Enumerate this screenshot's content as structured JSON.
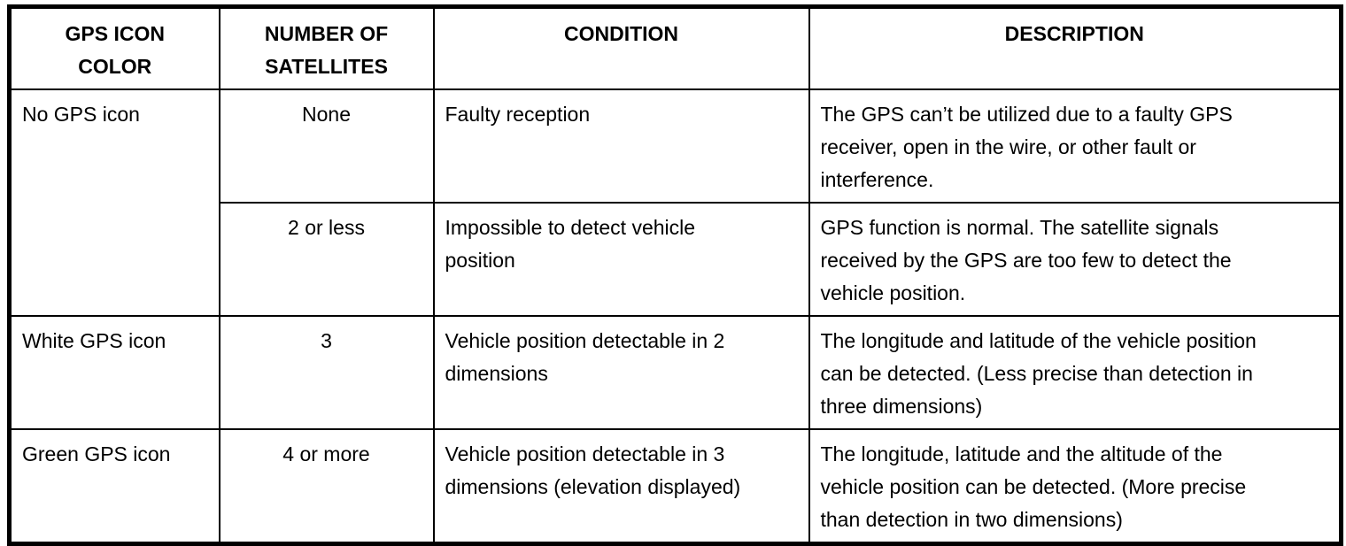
{
  "colors": {
    "ink": "#000000",
    "paper": "#ffffff"
  },
  "table": {
    "headers": [
      "GPS ICON\nCOLOR",
      "NUMBER OF\nSATELLITES",
      "CONDITION",
      "DESCRIPTION"
    ],
    "rows": [
      {
        "icon_color": "No GPS icon",
        "satellites": "None",
        "condition": "Faulty reception",
        "description": "The GPS can’t be utilized due to a faulty GPS\nreceiver, open in the wire, or other fault or\ninterference."
      },
      {
        "satellites": "2 or less",
        "condition": "Impossible to detect vehicle\nposition",
        "description": "GPS function is normal. The satellite signals\nreceived by the GPS are too few to detect the\nvehicle position."
      },
      {
        "icon_color": "White GPS icon",
        "satellites": "3",
        "condition": "Vehicle position detectable in 2\ndimensions",
        "description": "The longitude and latitude of the vehicle position\ncan be detected. (Less precise than detection in\nthree dimensions)"
      },
      {
        "icon_color": "Green GPS icon",
        "satellites": "4 or more",
        "condition": "Vehicle position detectable in 3\ndimensions (elevation displayed)",
        "description": "The longitude, latitude and the altitude of the\nvehicle position can be detected. (More precise\nthan detection in two dimensions)"
      }
    ]
  }
}
